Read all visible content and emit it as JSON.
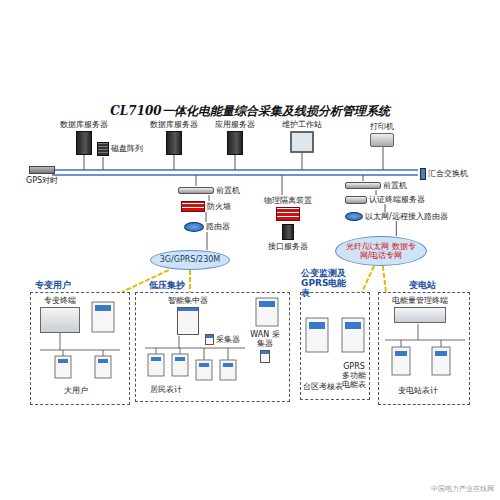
{
  "diagram": {
    "title": "CL7100一体化电能量综合采集及线损分析管理系统",
    "nodes": [
      {
        "text": [
          "数据库服务器"
        ]
      },
      {
        "text": [
          "磁盘阵列"
        ]
      },
      {
        "text": [
          "数据库服务器"
        ]
      },
      {
        "text": [
          "应用服务器"
        ]
      },
      {
        "text": [
          "维护工作站"
        ]
      },
      {
        "text": [
          "打印机"
        ]
      },
      {
        "text": [
          "GPS对时"
        ]
      },
      {
        "text": [
          "汇合交换机"
        ]
      },
      {
        "text": [
          "前置机"
        ]
      },
      {
        "text": [
          "防火墙"
        ]
      },
      {
        "text": [
          "路由器"
        ]
      },
      {
        "text": [
          "物理隔离装置"
        ]
      },
      {
        "text": [
          "接口服务器"
        ]
      },
      {
        "text": [
          "前置机"
        ]
      },
      {
        "text": [
          "认证终端服务器"
        ]
      },
      {
        "text": [
          "以太网/远程接入路由器"
        ]
      },
      {
        "text": [
          "3G/GPRS/230M"
        ]
      },
      {
        "text": [
          "光纤/以太网 数据专网/电话专网"
        ]
      },
      {
        "text": [
          "专变用户"
        ]
      },
      {
        "text": [
          "专变终端"
        ],
        "in": 18
      },
      {
        "text": [
          "大用户"
        ],
        "in": 18
      },
      {
        "text": [
          "低压集抄"
        ]
      },
      {
        "text": [
          "智能集中器"
        ],
        "in": 21
      },
      {
        "text": [
          "采集器"
        ],
        "in": 21
      },
      {
        "text": [
          "WAN 采集器"
        ],
        "in": 21
      },
      {
        "text": [
          "居民表计"
        ],
        "in": 21
      },
      {
        "text": [
          "公变监测及GPRS电能表"
        ]
      },
      {
        "text": [
          "台区考核表"
        ],
        "in": 26
      },
      {
        "text": [
          "GPRS多功能电能表"
        ],
        "in": 26
      },
      {
        "text": [
          "变电站"
        ]
      },
      {
        "text": [
          "电能量管理终端"
        ],
        "in": 29
      },
      {
        "text": [
          "变电站表计"
        ],
        "in": 29
      }
    ],
    "edges": [
      {
        "from": 8,
        "to": 9,
        "arrow": "none"
      },
      {
        "from": 9,
        "to": 10,
        "arrow": "none"
      },
      {
        "from": 10,
        "to": 16,
        "arrow": "none"
      },
      {
        "from": 13,
        "to": 14,
        "arrow": "none"
      },
      {
        "from": 14,
        "to": 15,
        "arrow": "none"
      },
      {
        "from": 15,
        "to": 17,
        "arrow": "none"
      },
      {
        "from": 16,
        "to": 18,
        "arrow": "none"
      },
      {
        "from": 16,
        "to": 21,
        "arrow": "none"
      },
      {
        "from": 17,
        "to": 26,
        "arrow": "none"
      },
      {
        "from": 17,
        "to": 29,
        "arrow": "none"
      }
    ],
    "labels": [
      "中国电力产业在线网"
    ]
  }
}
